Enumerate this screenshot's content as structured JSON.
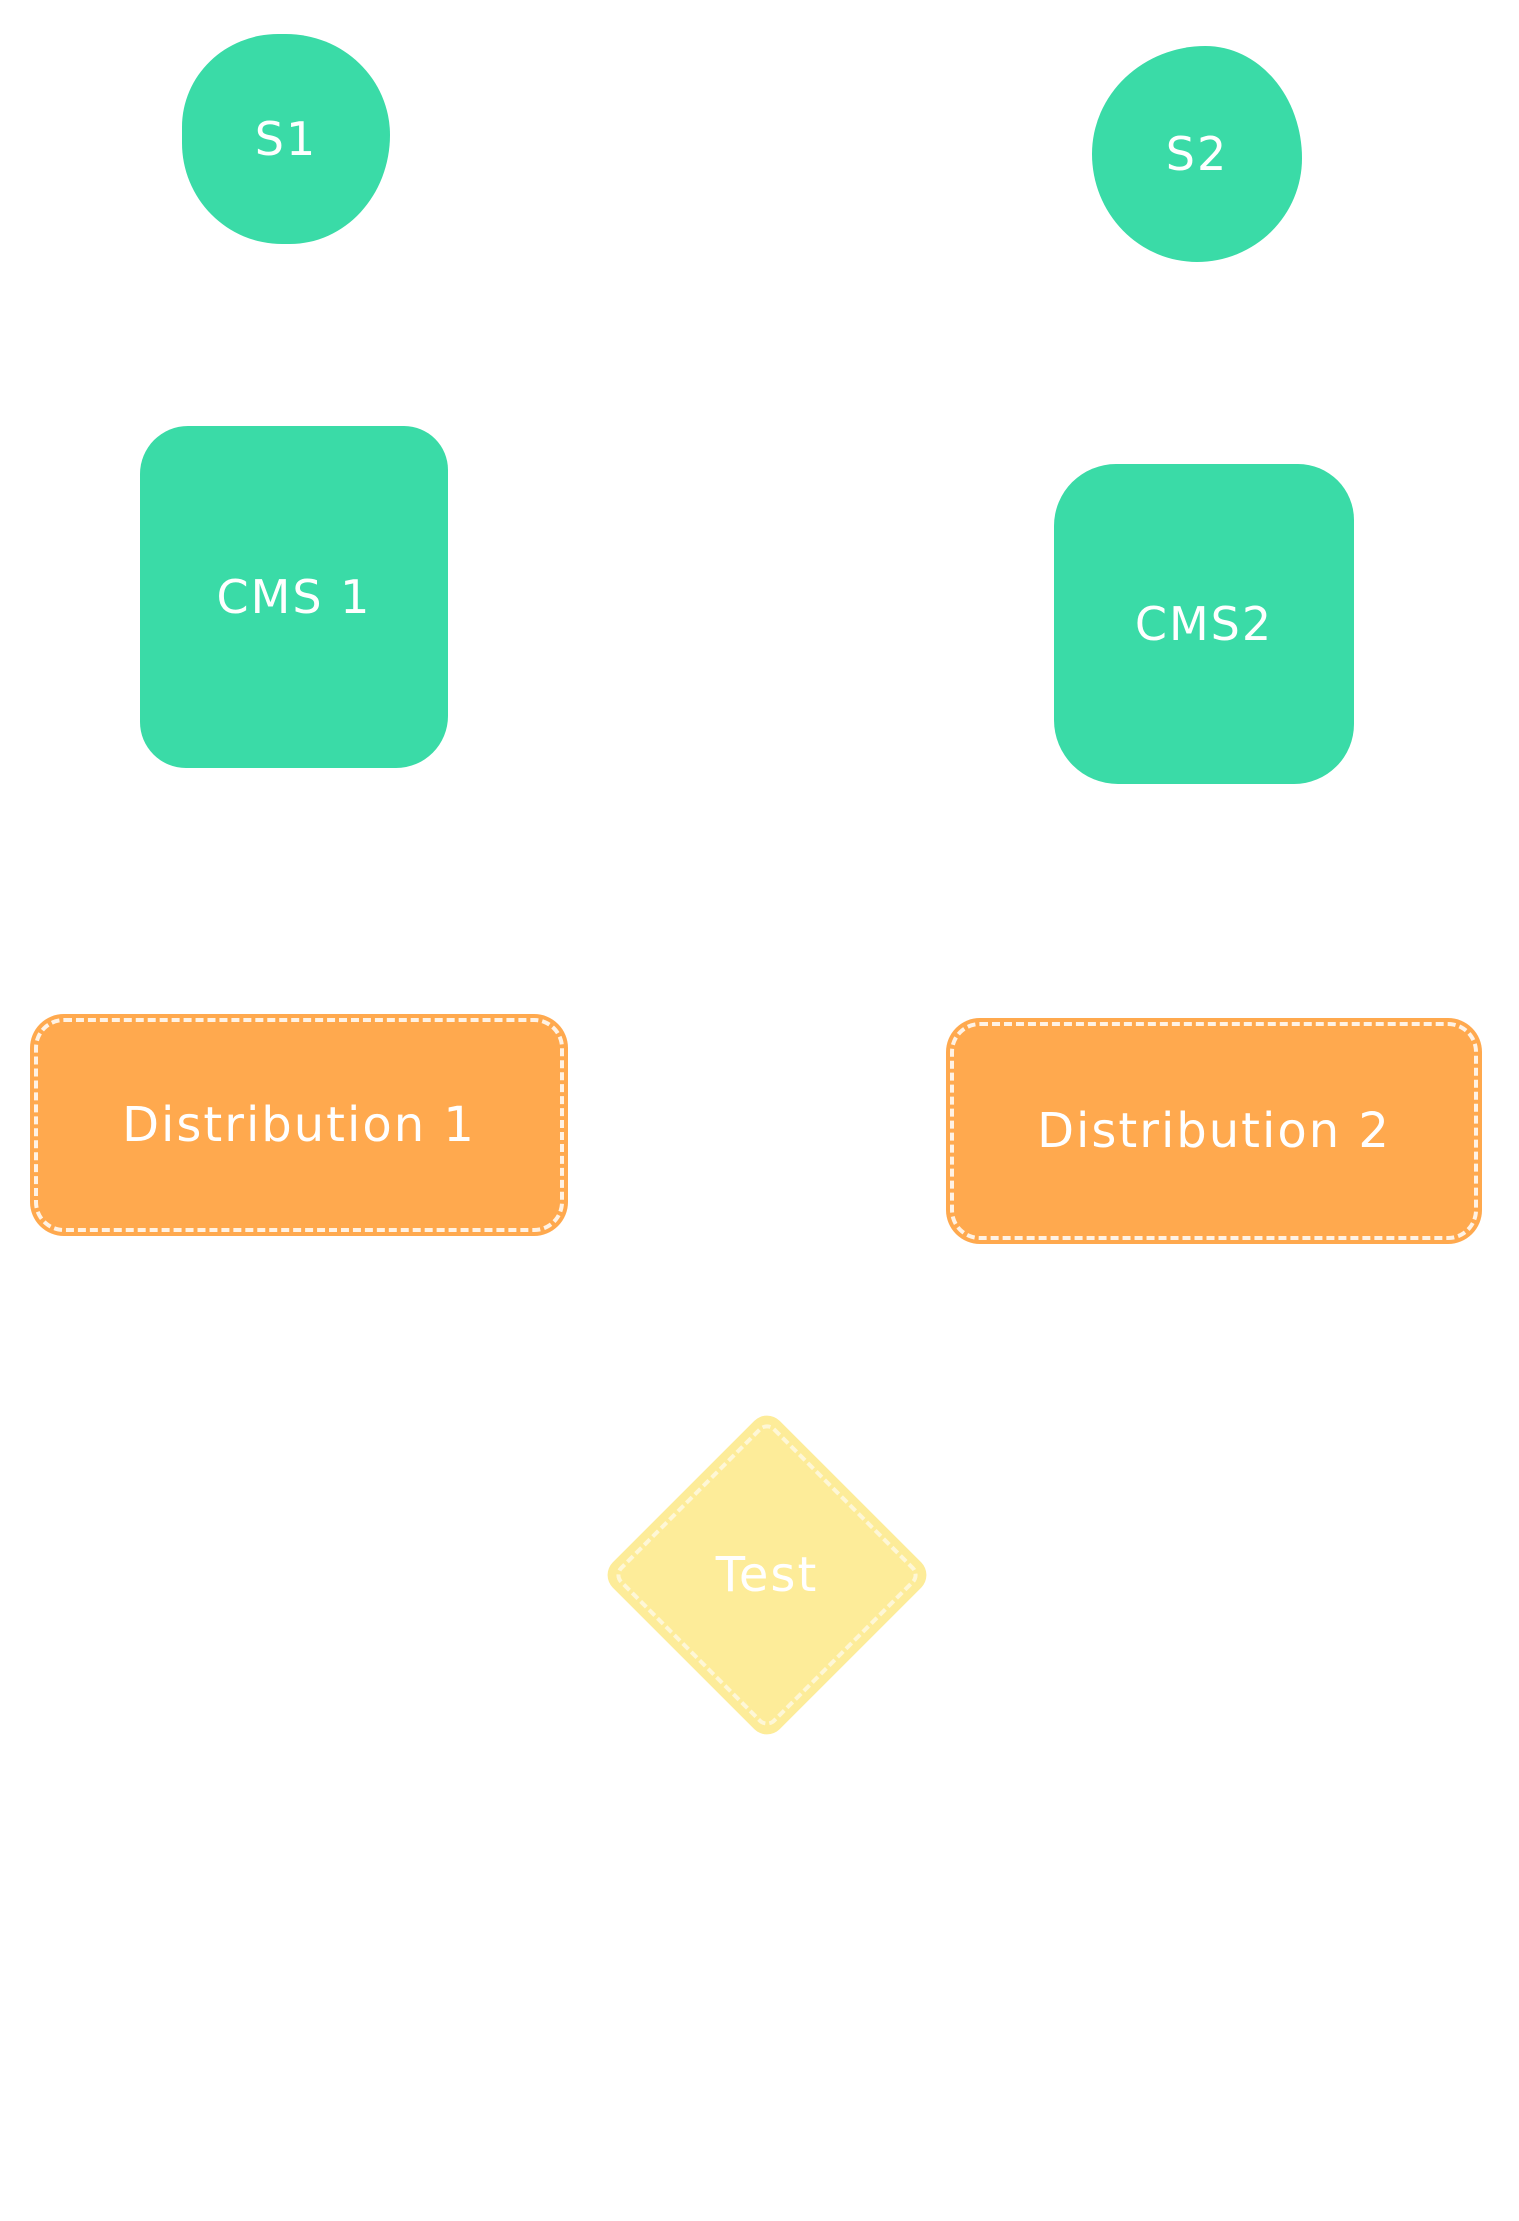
{
  "colors": {
    "source": "#3ADBA7",
    "cms": "#3ADBA7",
    "distribution": "#FFA94E",
    "test": "#FDEC99",
    "text": "#FFFFFF",
    "background": "#FFFFFF"
  },
  "nodes": {
    "s1": {
      "label": "S1",
      "shape": "circle",
      "color": "source"
    },
    "s2": {
      "label": "S2",
      "shape": "circle",
      "color": "source"
    },
    "cms1": {
      "label": "CMS 1",
      "shape": "rounded-square",
      "color": "cms"
    },
    "cms2": {
      "label": "CMS2",
      "shape": "rounded-square",
      "color": "cms"
    },
    "dist1": {
      "label": "Distribution 1",
      "shape": "dashed-pill",
      "color": "distribution"
    },
    "dist2": {
      "label": "Distribution 2",
      "shape": "dashed-pill",
      "color": "distribution"
    },
    "test": {
      "label": "Test",
      "shape": "diamond",
      "color": "test"
    }
  }
}
